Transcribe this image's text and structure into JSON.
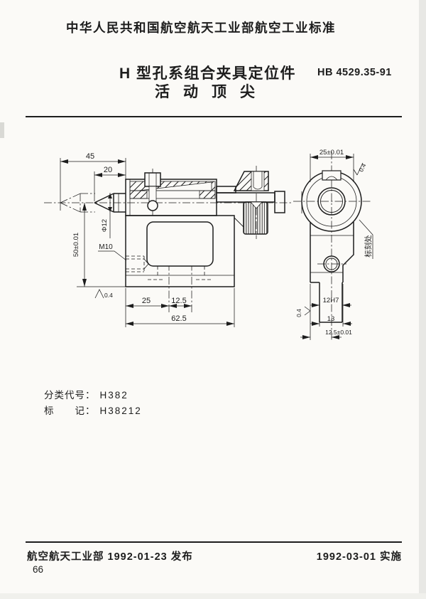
{
  "header": {
    "org_standard_line": "中华人民共和国航空航天工业部航空工业标准",
    "title": "H 型孔系组合夹具定位件",
    "standard_number": "HB 4529.35-91",
    "subtitle": "活动顶尖"
  },
  "classification": {
    "class_label": "分类代号：",
    "class_value": "H382",
    "mark_label": "标　　记：",
    "mark_value": "H38212"
  },
  "footer": {
    "issued": "航空航天工业部 1992-01-23 发布",
    "implemented": "1992-03-01 实施",
    "page_number": "66"
  },
  "drawing": {
    "front_view": {
      "dim_overall_travel": "45",
      "dim_travel": "20",
      "dia_shaft": "Φ12",
      "dim_center_height": "50±0.01",
      "thread_callout": "M10",
      "roughness_base": "0.4",
      "dim_hole_spacing": "25",
      "dim_half_spacing": "12.5",
      "dim_body_length": "62.5"
    },
    "side_view": {
      "dim_width": "25±0.01",
      "roughness_top": "0.4",
      "marking_note": "标刻处",
      "dim_tenon_fit": "12H7",
      "dim_tenon_width": "13",
      "dim_tenon_offset": "12.5±0.01",
      "roughness_side": "0.4"
    }
  }
}
